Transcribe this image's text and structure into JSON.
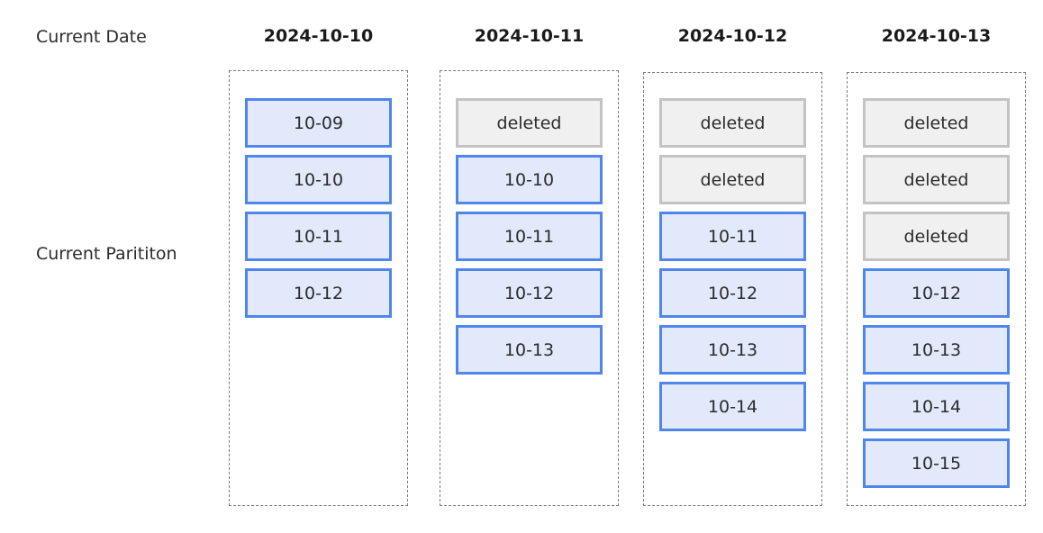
{
  "labels": {
    "current_date": "Current Date",
    "current_partition": "Current Parititon"
  },
  "columns": [
    {
      "date": "2024-10-10",
      "partitions": [
        {
          "label": "10-09",
          "state": "active"
        },
        {
          "label": "10-10",
          "state": "active"
        },
        {
          "label": "10-11",
          "state": "active"
        },
        {
          "label": "10-12",
          "state": "active"
        }
      ]
    },
    {
      "date": "2024-10-11",
      "partitions": [
        {
          "label": "deleted",
          "state": "deleted"
        },
        {
          "label": "10-10",
          "state": "active"
        },
        {
          "label": "10-11",
          "state": "active"
        },
        {
          "label": "10-12",
          "state": "active"
        },
        {
          "label": "10-13",
          "state": "active"
        }
      ]
    },
    {
      "date": "2024-10-12",
      "partitions": [
        {
          "label": "deleted",
          "state": "deleted"
        },
        {
          "label": "deleted",
          "state": "deleted"
        },
        {
          "label": "10-11",
          "state": "active"
        },
        {
          "label": "10-12",
          "state": "active"
        },
        {
          "label": "10-13",
          "state": "active"
        },
        {
          "label": "10-14",
          "state": "active"
        }
      ]
    },
    {
      "date": "2024-10-13",
      "partitions": [
        {
          "label": "deleted",
          "state": "deleted"
        },
        {
          "label": "deleted",
          "state": "deleted"
        },
        {
          "label": "deleted",
          "state": "deleted"
        },
        {
          "label": "10-12",
          "state": "active"
        },
        {
          "label": "10-13",
          "state": "active"
        },
        {
          "label": "10-14",
          "state": "active"
        },
        {
          "label": "10-15",
          "state": "active"
        }
      ]
    }
  ],
  "colors": {
    "active_fill": "#e1e9fb",
    "active_border": "#4f86ec",
    "deleted_fill": "#f0f0f0",
    "deleted_border": "#c3c3c3"
  }
}
